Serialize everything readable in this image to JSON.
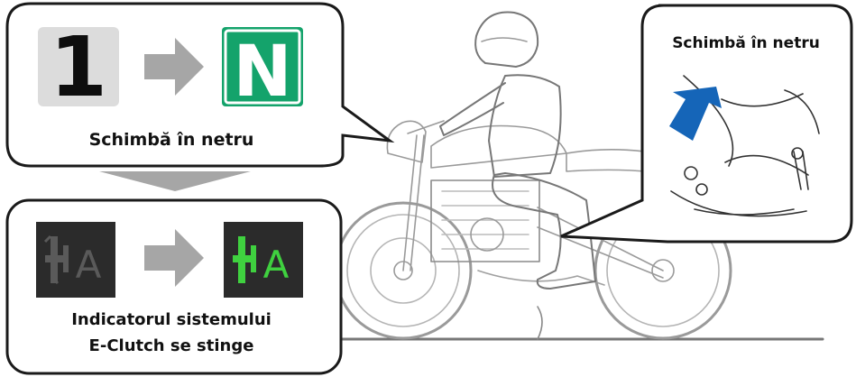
{
  "gear_panel": {
    "from_gear": "1",
    "to_gear": "N",
    "caption": "Schimbă în netru"
  },
  "indicator_panel": {
    "caption_line1": "Indicatorul sistemului",
    "caption_line2": "E-Clutch se stinge",
    "icon_letter_off": "A",
    "icon_letter_on": "A"
  },
  "detail_panel": {
    "caption": "Schimbă în netru"
  },
  "colors": {
    "neutral_green": "#14a36b",
    "indicator_green": "#3fd13f",
    "indicator_off": "#5a5a5a",
    "gear_bg": "#dcdcdc",
    "arrow_gray": "#a6a6a6",
    "shift_arrow_blue": "#1565b8"
  }
}
